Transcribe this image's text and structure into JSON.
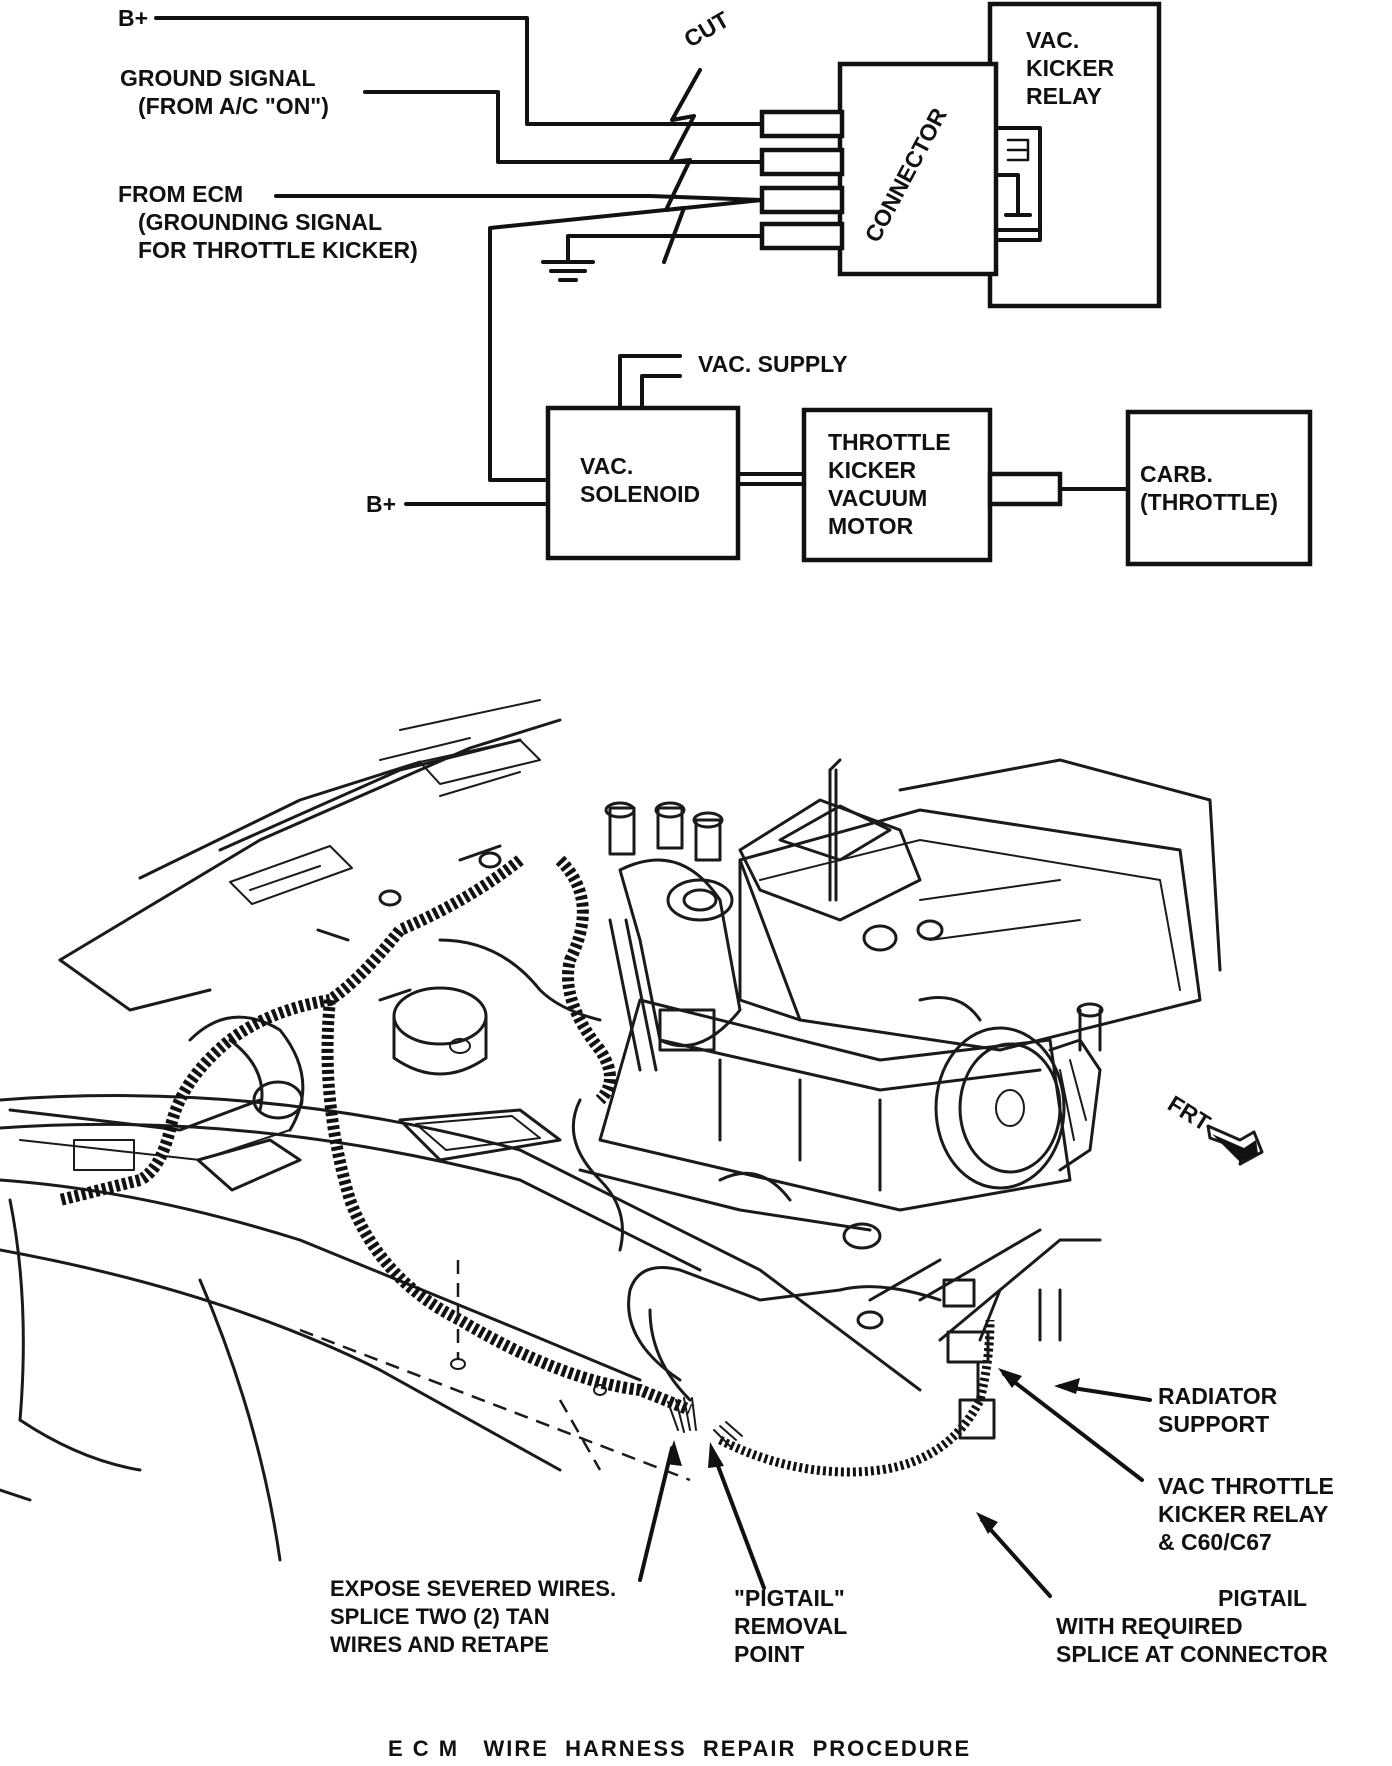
{
  "schematic": {
    "bplus_top": "B+",
    "cut": "CUT",
    "ground_signal_line1": "GROUND SIGNAL",
    "ground_signal_line2": "(FROM A/C \"ON\")",
    "from_ecm_line1": "FROM ECM",
    "from_ecm_line2": "(GROUNDING SIGNAL",
    "from_ecm_line3": "FOR THROTTLE KICKER)",
    "connector": "CONNECTOR",
    "relay_line1": "VAC.",
    "relay_line2": "KICKER",
    "relay_line3": "RELAY",
    "vac_supply": "VAC. SUPPLY",
    "bplus_bottom": "B+",
    "solenoid_line1": "VAC.",
    "solenoid_line2": "SOLENOID",
    "motor_line1": "THROTTLE",
    "motor_line2": "KICKER",
    "motor_line3": "VACUUM",
    "motor_line4": "MOTOR",
    "carb_line1": "CARB.",
    "carb_line2": "(THROTTLE)"
  },
  "illustration": {
    "frt": "FRT",
    "radiator_line1": "RADIATOR",
    "radiator_line2": "SUPPORT",
    "relay_line1": "VAC THROTTLE",
    "relay_line2": "KICKER RELAY",
    "relay_line3": "& C60/C67",
    "pigtail_line1": "PIGTAIL",
    "pigtail_line2": "WITH REQUIRED",
    "pigtail_line3": "SPLICE AT CONNECTOR",
    "removal_line1": "\"PIGTAIL\"",
    "removal_line2": "REMOVAL",
    "removal_line3": "POINT",
    "expose_line1": "EXPOSE SEVERED WIRES.",
    "expose_line2": "SPLICE TWO (2) TAN",
    "expose_line3": "WIRES AND RETAPE"
  },
  "caption": "E C M   WIRE  HARNESS  REPAIR  PROCEDURE"
}
